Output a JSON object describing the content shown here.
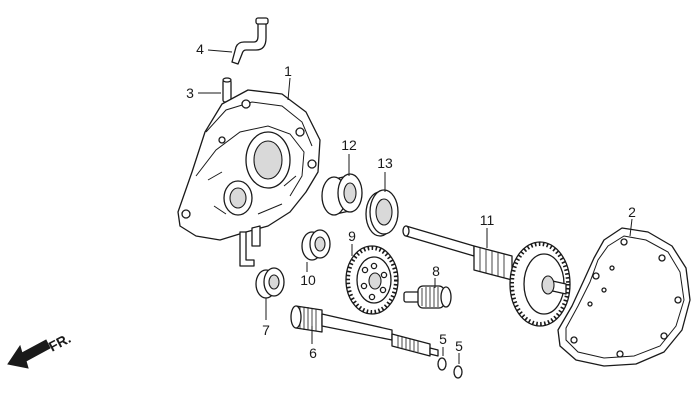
{
  "callouts": [
    {
      "id": "1",
      "text": "1"
    },
    {
      "id": "2",
      "text": "2"
    },
    {
      "id": "3",
      "text": "3"
    },
    {
      "id": "4",
      "text": "4"
    },
    {
      "id": "5a",
      "text": "5"
    },
    {
      "id": "5b",
      "text": "5"
    },
    {
      "id": "6",
      "text": "6"
    },
    {
      "id": "7",
      "text": "7"
    },
    {
      "id": "8",
      "text": "8"
    },
    {
      "id": "9",
      "text": "9"
    },
    {
      "id": "10",
      "text": "10"
    },
    {
      "id": "11",
      "text": "11"
    },
    {
      "id": "12",
      "text": "12"
    },
    {
      "id": "13",
      "text": "13"
    }
  ],
  "direction": {
    "text": "FR.",
    "icon": "arrow-left-down-icon"
  }
}
